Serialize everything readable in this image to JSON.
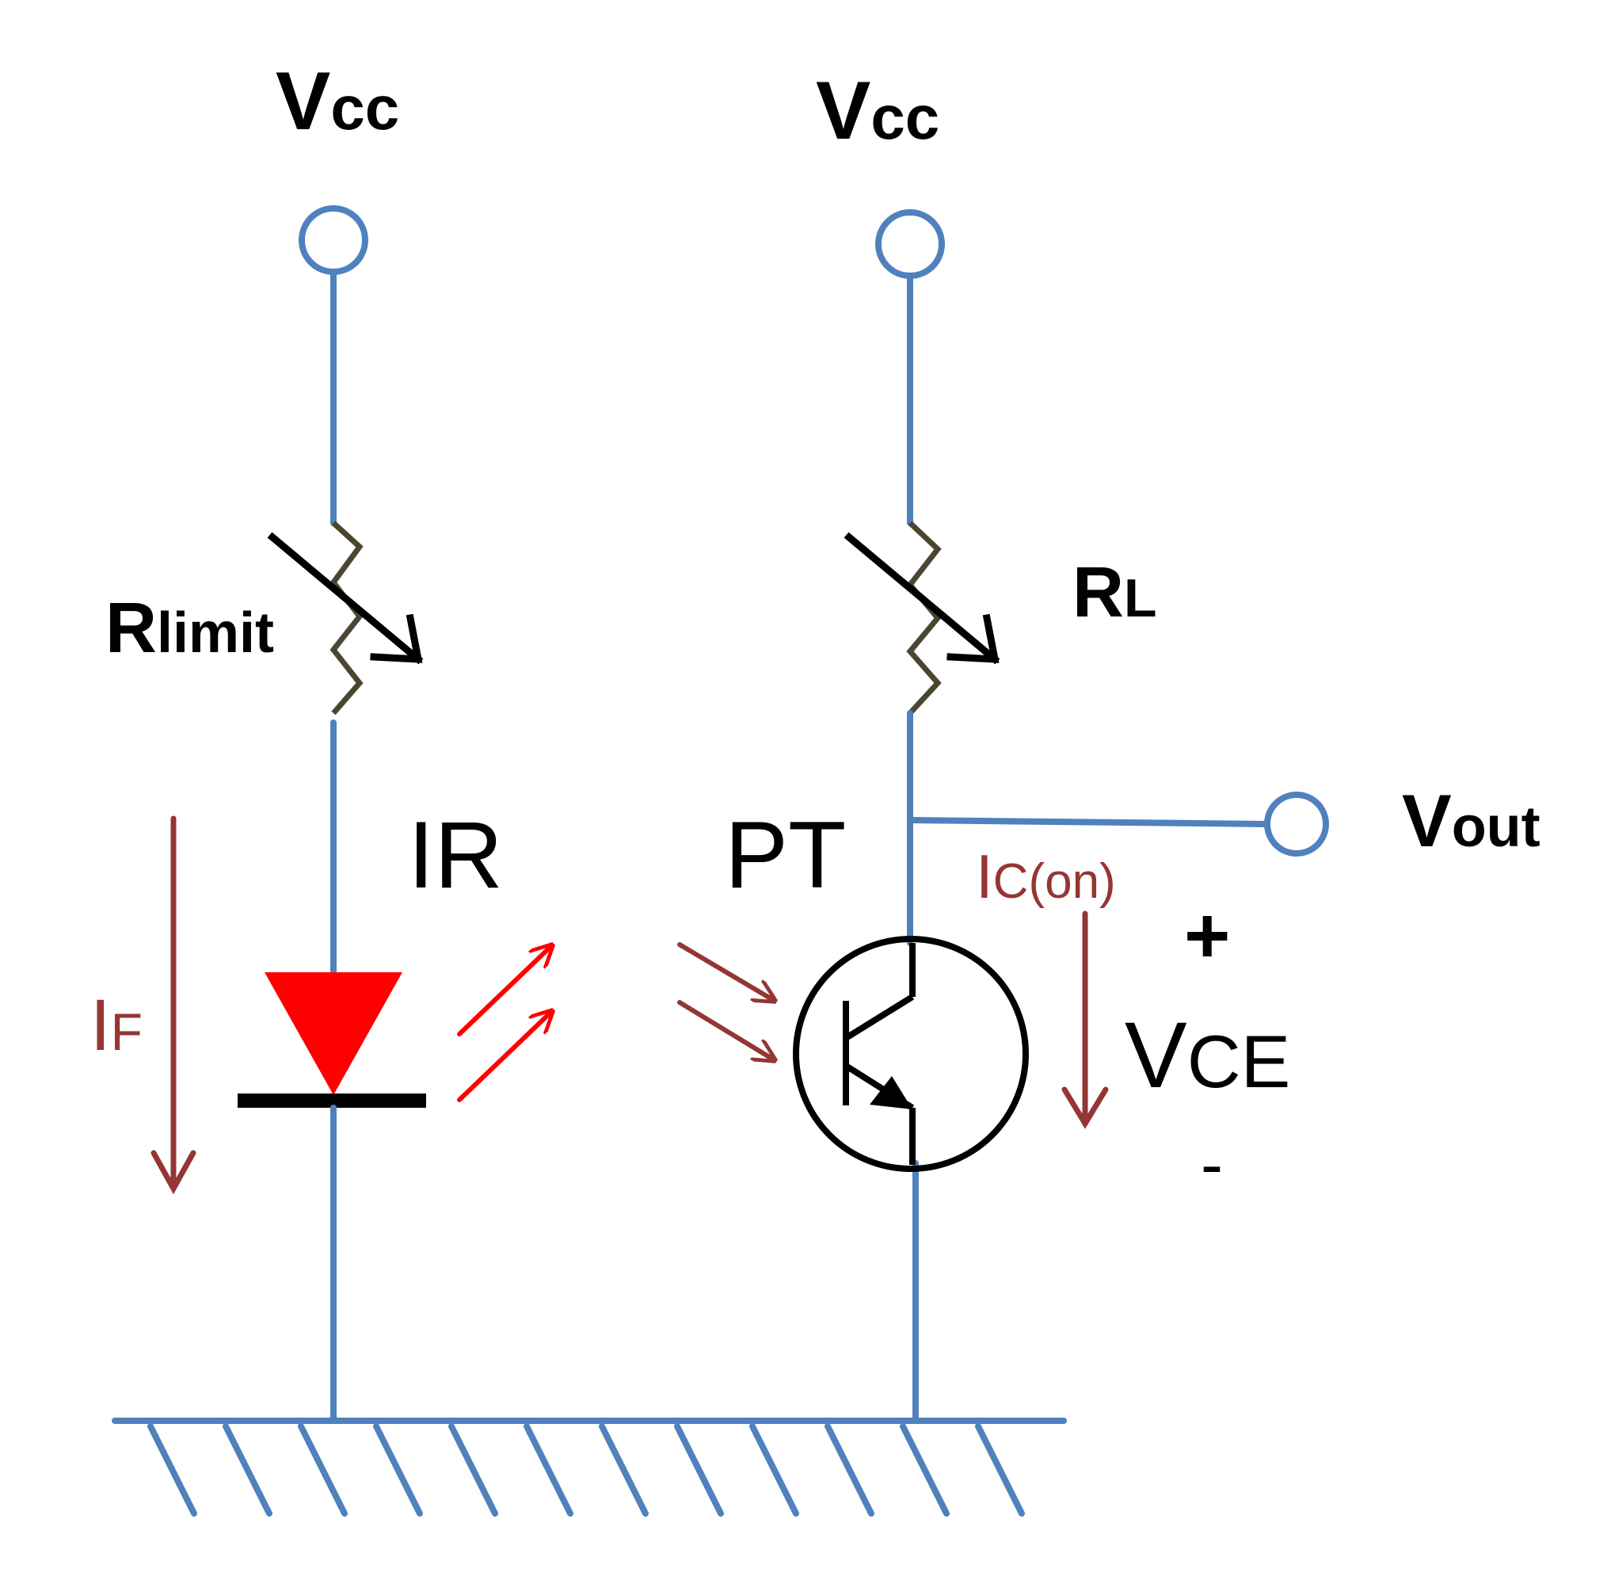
{
  "labels": {
    "vcc_left_main": "V",
    "vcc_left_sub": "cc",
    "vcc_right_main": "V",
    "vcc_right_sub": "cc",
    "rlimit_main": "R",
    "rlimit_sub": "limit",
    "rl_main": "R",
    "rl_sub": "L",
    "ir": "IR",
    "pt": "PT",
    "vout_main": "V",
    "vout_sub": "out",
    "if_main": "I",
    "if_sub": "F",
    "ic_main": "I",
    "ic_sub": "C(on)",
    "vce_main": "V",
    "vce_sub": "CE",
    "plus": "+",
    "minus": "-"
  },
  "colors": {
    "wire": "#4f81bd",
    "led_fill": "#ff0000",
    "current_arrow": "#943634",
    "ir_rays": "#ff0000",
    "resistor": "#4a4632"
  }
}
